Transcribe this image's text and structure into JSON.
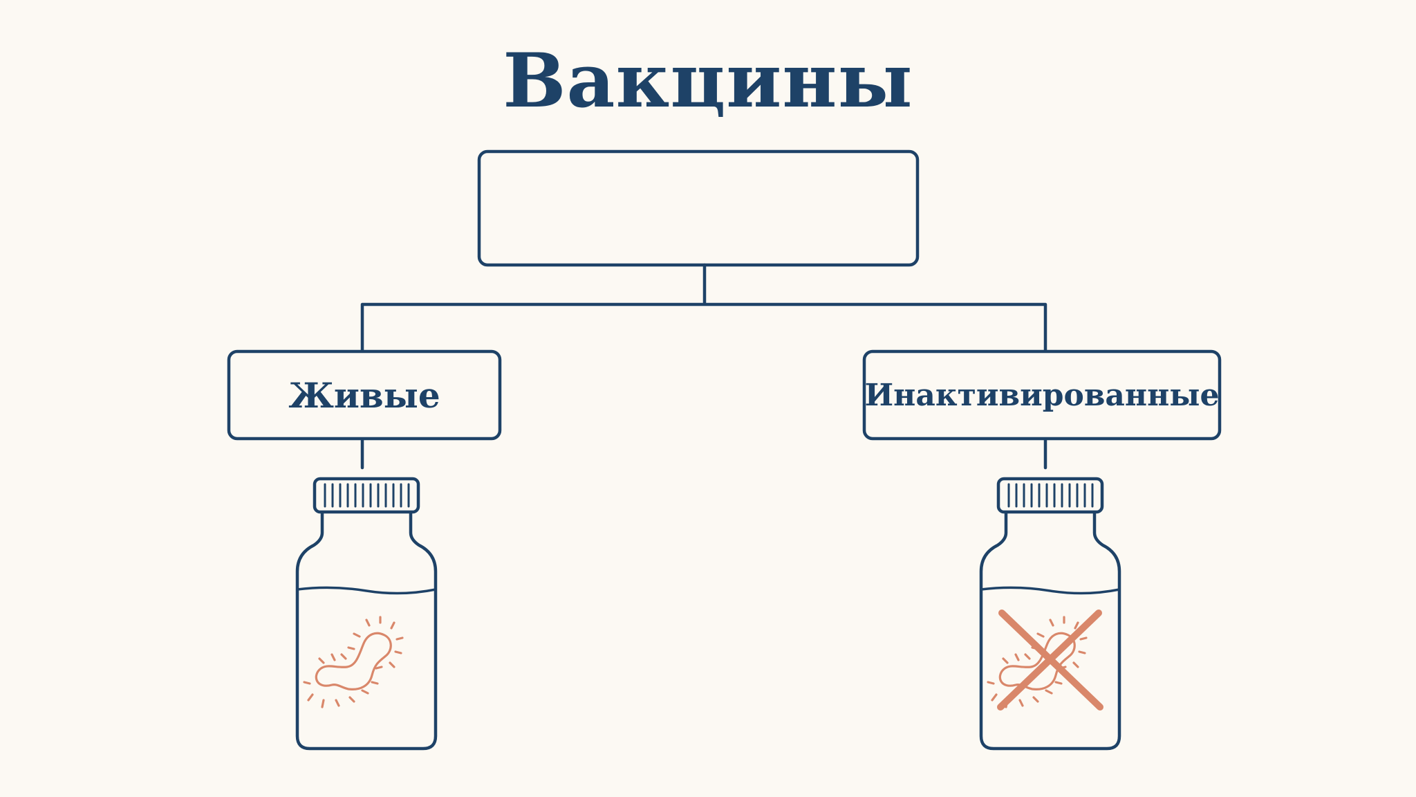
{
  "title": "Вакцины",
  "root_label": "",
  "branches": [
    {
      "label": "Живые",
      "microbe": "live-microbe-icon",
      "crossed": false
    },
    {
      "label": "Инактивированные",
      "microbe": "inactivated-microbe-icon",
      "crossed": true
    }
  ],
  "colors": {
    "background": "#fcf9f3",
    "ink": "#1e4267",
    "microbe": "#d9876a"
  },
  "icons": [
    "vial-icon",
    "microbe-icon",
    "cross-out-icon"
  ]
}
